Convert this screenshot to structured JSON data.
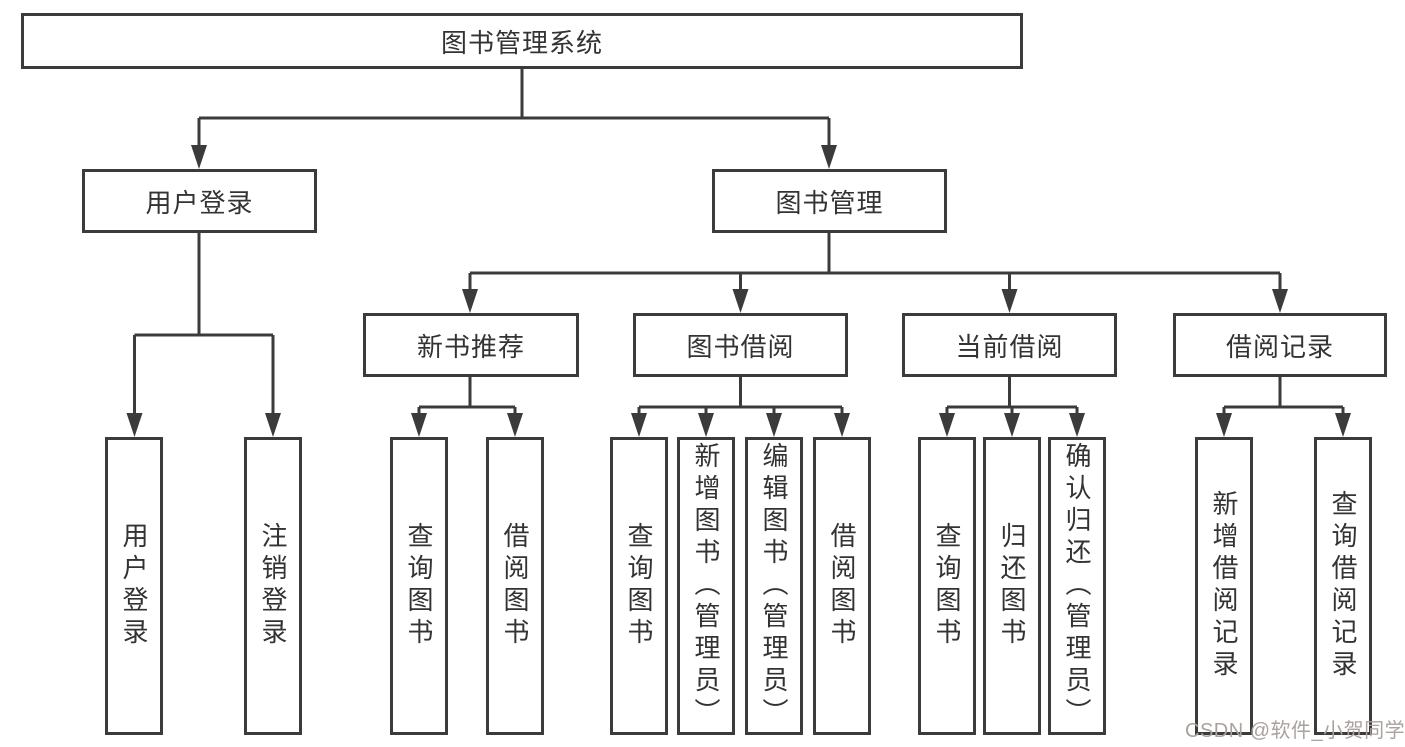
{
  "diagram": {
    "title": "图书管理系统",
    "tree": {
      "label": "图书管理系统",
      "children": [
        {
          "label": "用户登录",
          "children": [
            {
              "label": "用户登录"
            },
            {
              "label": "注销登录"
            }
          ]
        },
        {
          "label": "图书管理",
          "children": [
            {
              "label": "新书推荐",
              "children": [
                {
                  "label": "查询图书"
                },
                {
                  "label": "借阅图书"
                }
              ]
            },
            {
              "label": "图书借阅",
              "children": [
                {
                  "label": "查询图书"
                },
                {
                  "label": "新增图书（管理员）"
                },
                {
                  "label": "编辑图书（管理员）"
                },
                {
                  "label": "借阅图书"
                }
              ]
            },
            {
              "label": "当前借阅",
              "children": [
                {
                  "label": "查询图书"
                },
                {
                  "label": "归还图书"
                },
                {
                  "label": "确认归还（管理员）"
                }
              ]
            },
            {
              "label": "借阅记录",
              "children": [
                {
                  "label": "新增借阅记录"
                },
                {
                  "label": "查询借阅记录"
                }
              ]
            }
          ]
        }
      ]
    },
    "colors": {
      "line": "#3b3b3b",
      "text": "#333333",
      "background": "#ffffff"
    }
  },
  "watermark": {
    "text": "CSDN @软件_小贺同学",
    "color": "#aba19f"
  }
}
